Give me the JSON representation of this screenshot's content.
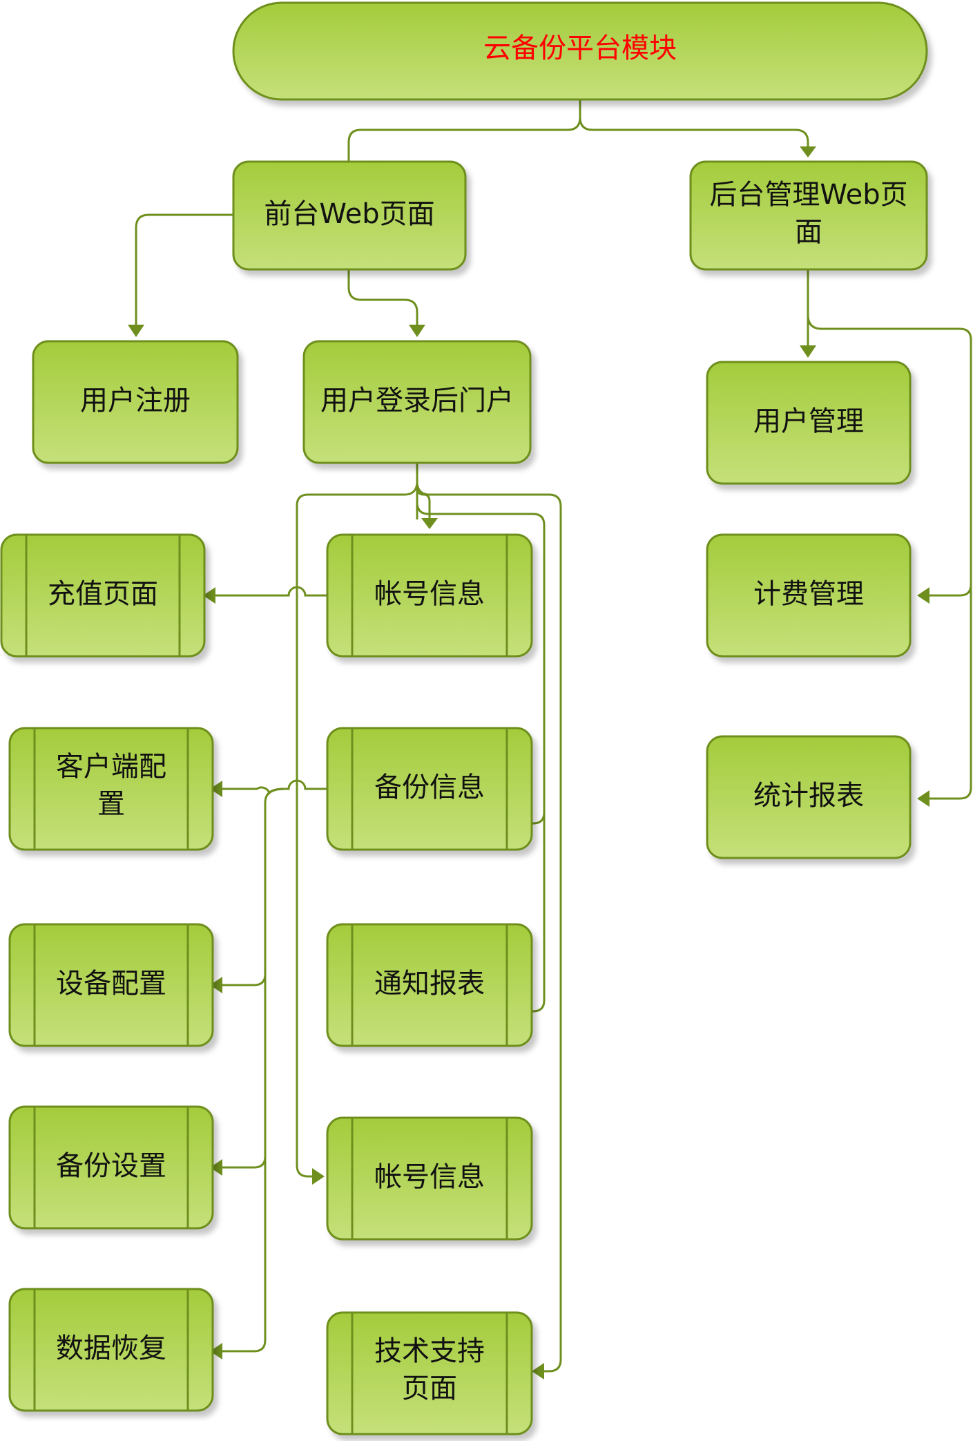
{
  "diagram": {
    "title": "云备份平台模块",
    "front_web": "前台Web页面",
    "back_web_line1": "后台管理Web页",
    "back_web_line2": "面",
    "user_register": "用户注册",
    "user_portal": "用户登录后门户",
    "user_management": "用户管理",
    "billing_management": "计费管理",
    "statistics_report": "统计报表",
    "account_info": "帐号信息",
    "backup_info": "备份信息",
    "notification_report": "通知报表",
    "account_info_2": "帐号信息",
    "tech_support_line1": "技术支持",
    "tech_support_line2": "页面",
    "recharge_page": "充值页面",
    "client_config_line1": "客户端配",
    "client_config_line2": "置",
    "device_config": "设备配置",
    "backup_settings": "备份设置",
    "data_recovery": "数据恢复"
  },
  "colors": {
    "fill_top": "#a4cc3c",
    "fill_bottom": "#c5e07a",
    "stroke": "#6e8f1e",
    "title_text": "#ff0000",
    "text": "#111111"
  }
}
